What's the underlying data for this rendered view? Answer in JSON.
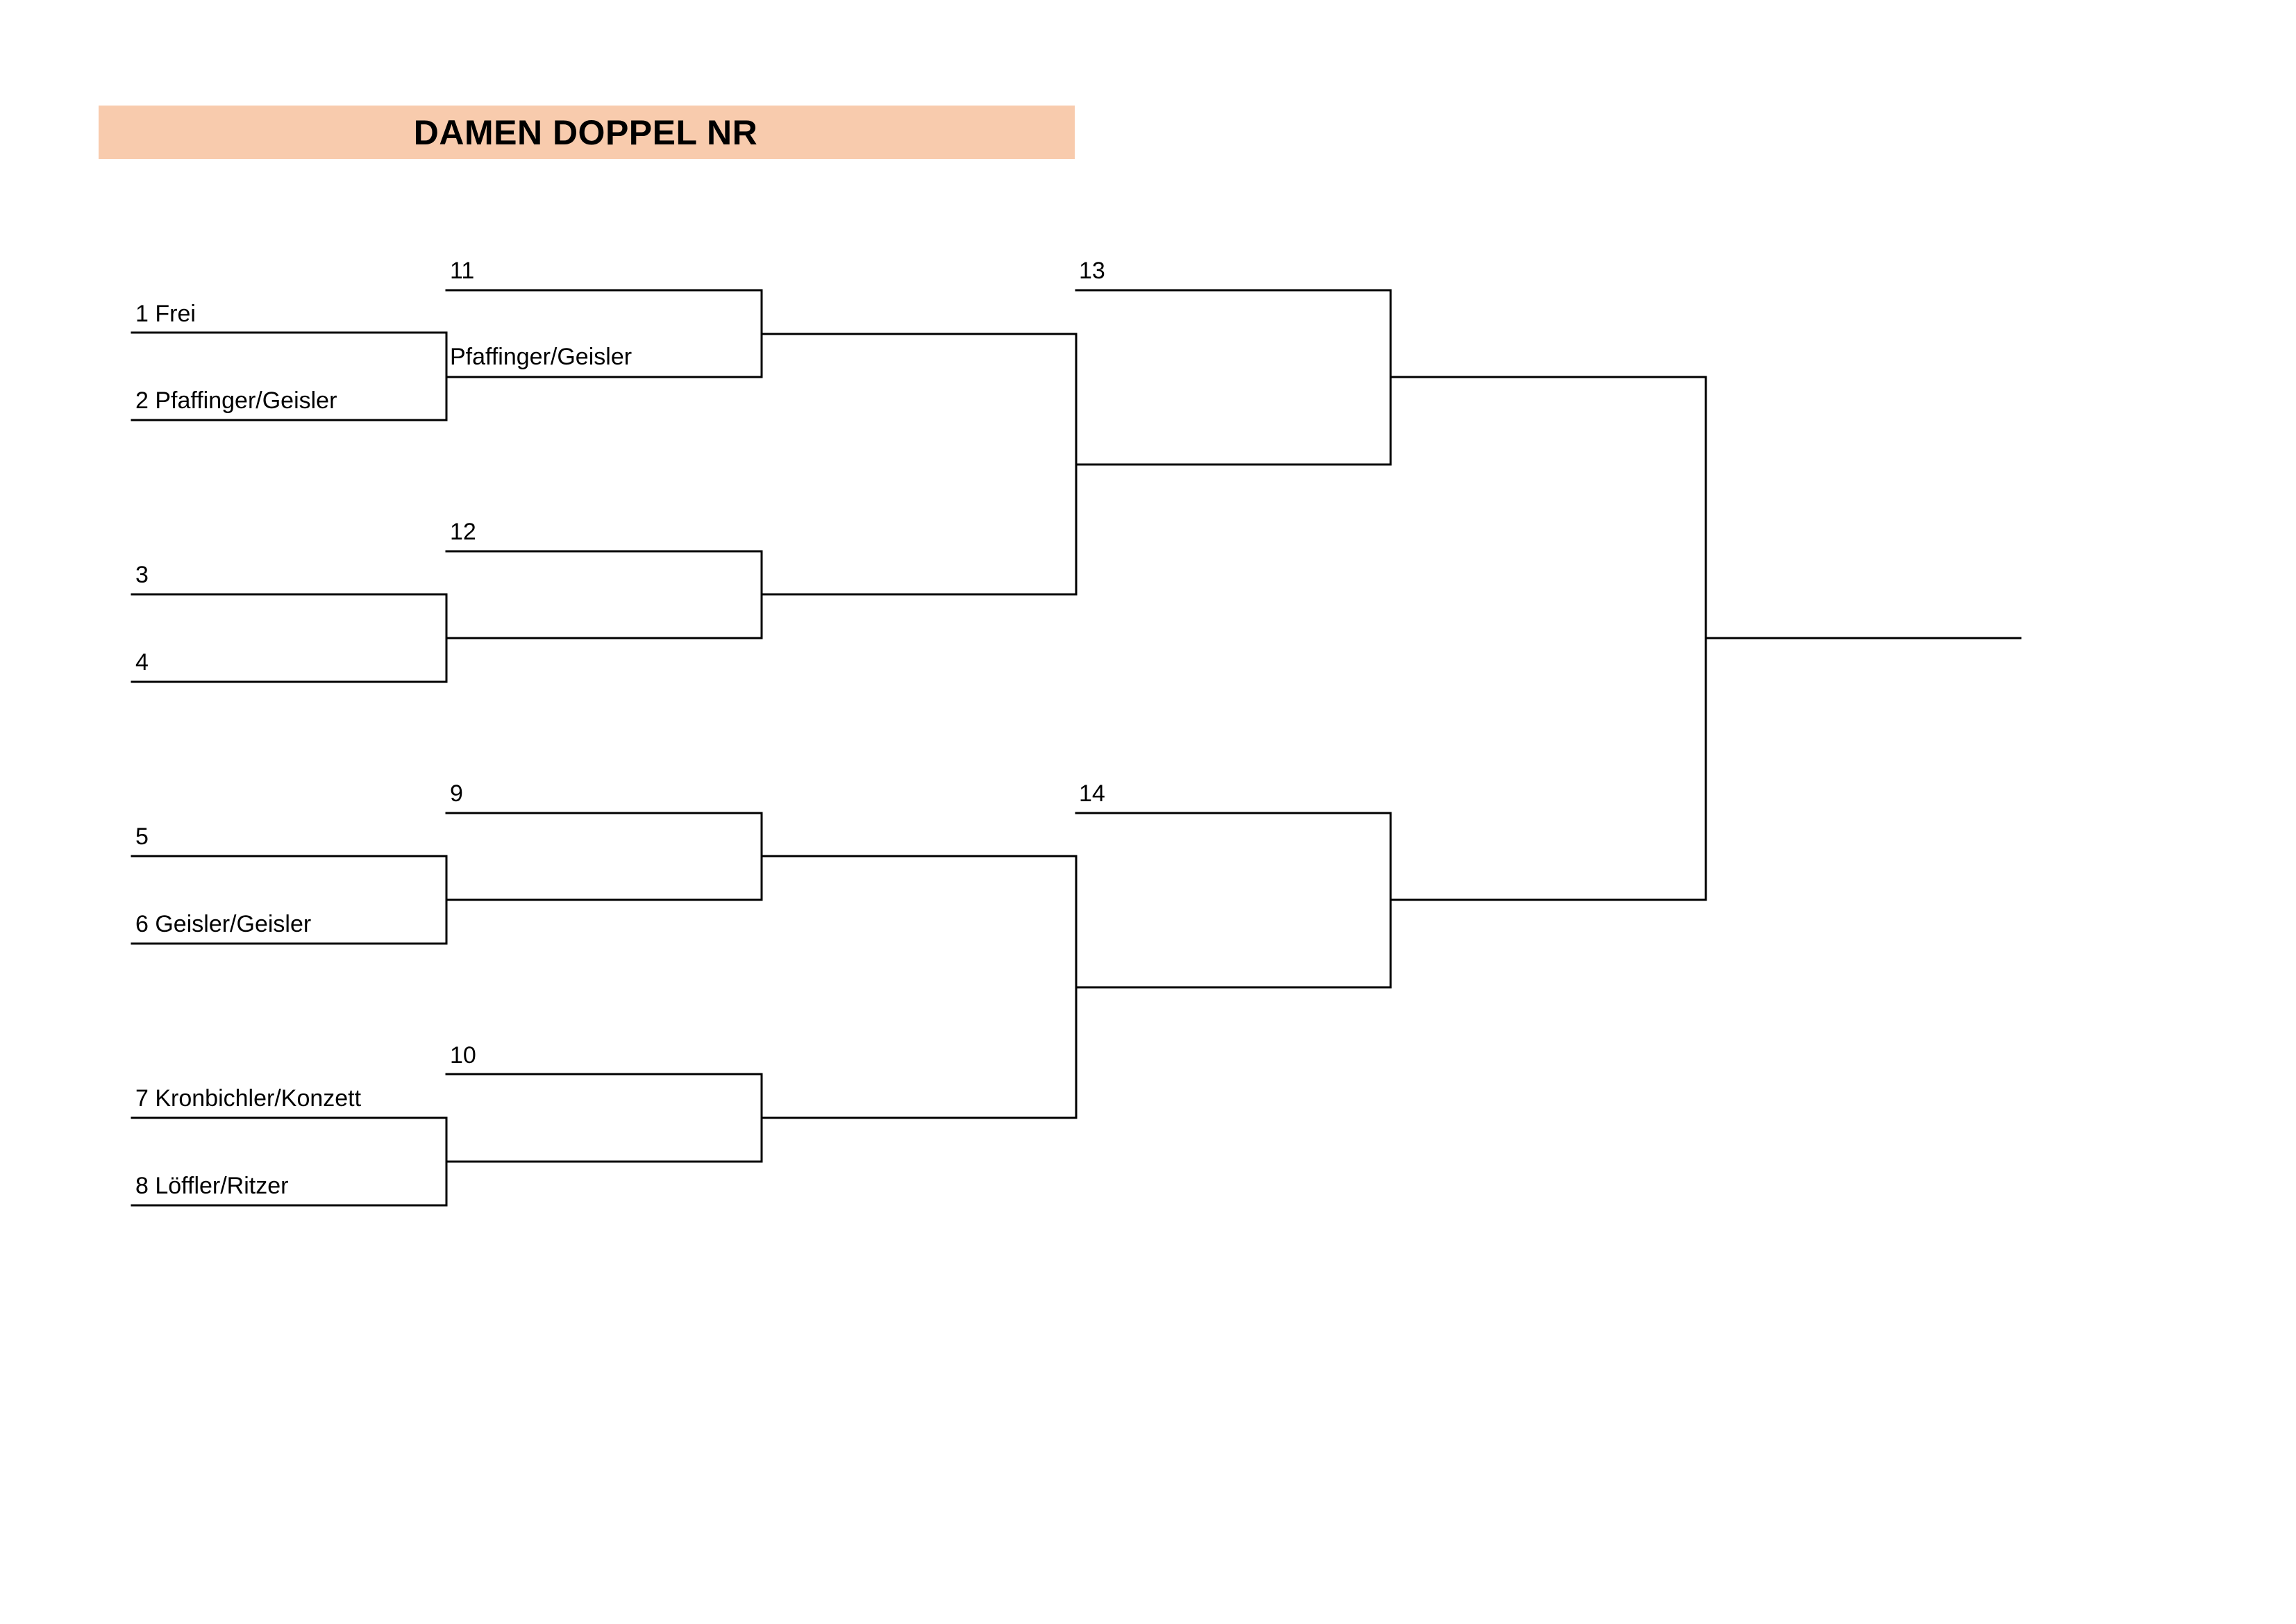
{
  "title": "DAMEN DOPPEL NR",
  "colors": {
    "title_bg": "#f8cbad",
    "line": "#000000"
  },
  "round1": [
    {
      "label": "1 Frei"
    },
    {
      "label": "2 Pfaffinger/Geisler"
    },
    {
      "label": "3"
    },
    {
      "label": "4"
    },
    {
      "label": "5"
    },
    {
      "label": "6 Geisler/Geisler"
    },
    {
      "label": "7 Kronbichler/Konzett"
    },
    {
      "label": "8 Löffler/Ritzer"
    }
  ],
  "round2": [
    {
      "match_no": "11",
      "winner": "Pfaffinger/Geisler"
    },
    {
      "match_no": "12",
      "winner": ""
    },
    {
      "match_no": "9",
      "winner": ""
    },
    {
      "match_no": "10",
      "winner": ""
    }
  ],
  "round3": [
    {
      "match_no": "13"
    },
    {
      "match_no": "14"
    }
  ]
}
